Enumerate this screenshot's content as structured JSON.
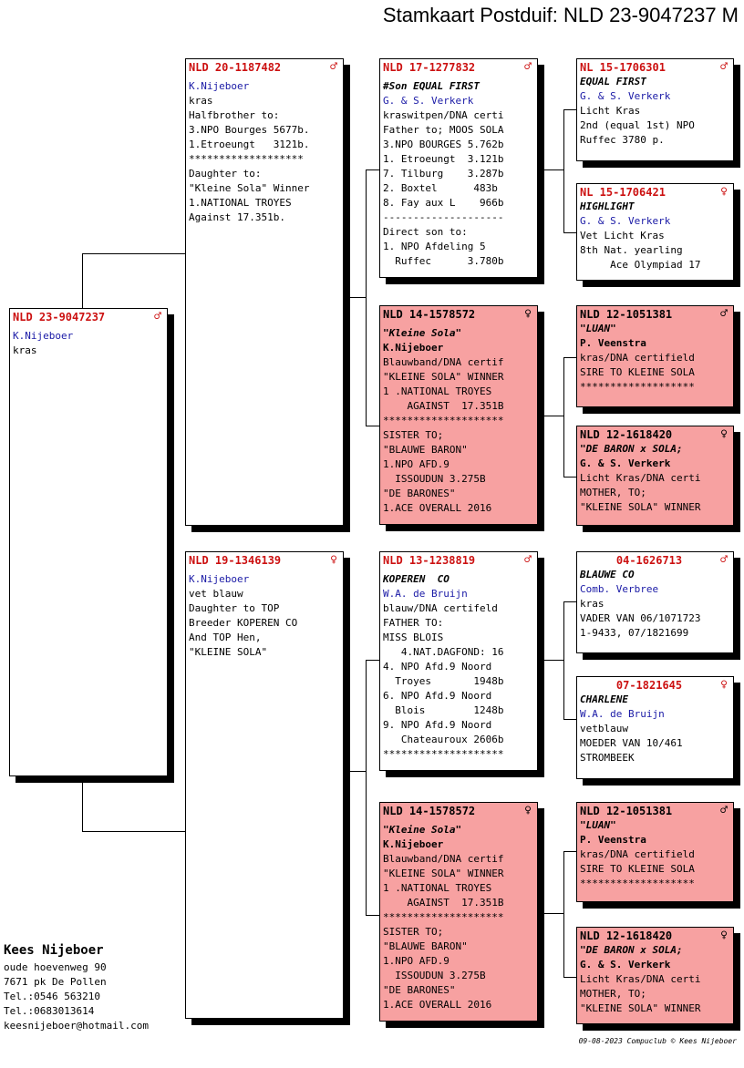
{
  "title": "Stamkaart Postduif: NLD 23-9047237 M",
  "cards": {
    "subject": {
      "ring": "NLD 23-9047237",
      "sex": "♂",
      "lines": [
        "K.Nijeboer",
        "kras"
      ]
    },
    "father": {
      "ring": "NLD 20-1187482",
      "sex": "♂",
      "lines": [
        "K.Nijeboer",
        "kras",
        "Halfbrother to:",
        "3.NPO Bourges 5677b.",
        "1.Etroeungt   3121b.",
        "*******************",
        "Daughter to:",
        "\"Kleine Sola\" Winner",
        "1.NATIONAL TROYES",
        "Against 17.351b."
      ]
    },
    "mother": {
      "ring": "NLD 19-1346139",
      "sex": "♀",
      "lines": [
        "K.Nijeboer",
        "vet blauw",
        "Daughter to TOP",
        "Breeder KOPEREN CO",
        "And TOP Hen,",
        "\"KLEINE SOLA\""
      ]
    },
    "ff": {
      "ring": "NLD 17-1277832",
      "sex": "♂",
      "lines": [
        "#Son EQUAL FIRST",
        "G. & S. Verkerk",
        "kraswitpen/DNA certi",
        "Father to; MOOS SOLA",
        "3.NPO BOURGES 5.762b",
        "1. Etroeungt  3.121b",
        "7. Tilburg    3.287b",
        "2. Boxtel      483b",
        "8. Fay aux L    966b",
        "--------------------",
        "Direct son to:",
        "1. NPO Afdeling 5",
        "  Ruffec      3.780b"
      ]
    },
    "fm": {
      "ring": "NLD 14-1578572",
      "sex": "♀",
      "lines": [
        "\"Kleine Sola\"",
        "K.Nijeboer",
        "Blauwband/DNA certif",
        "\"KLEINE SOLA\" WINNER",
        "1 .NATIONAL TROYES",
        "    AGAINST  17.351B",
        "********************",
        "SISTER TO;",
        "\"BLAUWE BARON\"",
        "1.NPO AFD.9",
        "  ISSOUDUN 3.275B",
        "\"DE BARONES\"",
        "1.ACE OVERALL 2016"
      ]
    },
    "mf": {
      "ring": "NLD 13-1238819",
      "sex": "♂",
      "lines": [
        "KOPEREN  CO",
        "W.A. de Bruijn",
        "blauw/DNA certifeld",
        "FATHER TO:",
        "MISS BLOIS",
        "   4.NAT.DAGFOND: 16",
        "4. NPO Afd.9 Noord",
        "  Troyes       1948b",
        "6. NPO Afd.9 Noord",
        "  Blois        1248b",
        "9. NPO Afd.9 Noord",
        "   Chateauroux 2606b",
        "********************"
      ]
    },
    "mm": {
      "ring": "NLD 14-1578572",
      "sex": "♀",
      "lines": [
        "\"Kleine Sola\"",
        "K.Nijeboer",
        "Blauwband/DNA certif",
        "\"KLEINE SOLA\" WINNER",
        "1 .NATIONAL TROYES",
        "    AGAINST  17.351B",
        "********************",
        "SISTER TO;",
        "\"BLAUWE BARON\"",
        "1.NPO AFD.9",
        "  ISSOUDUN 3.275B",
        "\"DE BARONES\"",
        "1.ACE OVERALL 2016"
      ]
    },
    "fff": {
      "ring": "NL  15-1706301",
      "sex": "♂",
      "lines": [
        "EQUAL FIRST",
        "G. & S. Verkerk",
        "Licht Kras",
        "2nd (equal 1st) NPO",
        "Ruffec 3780 p."
      ]
    },
    "ffm": {
      "ring": "NL  15-1706421",
      "sex": "♀",
      "lines": [
        "HIGHLIGHT",
        "G. & S. Verkerk",
        "Vet Licht Kras",
        "8th Nat. yearling",
        "     Ace Olympiad 17"
      ]
    },
    "fmf": {
      "ring": "NLD 12-1051381",
      "sex": "♂",
      "lines": [
        "\"LUAN\"",
        "P. Veenstra",
        "kras/DNA certifield",
        "SIRE TO KLEINE SOLA",
        "*******************"
      ]
    },
    "fmm": {
      "ring": "NLD 12-1618420",
      "sex": "♀",
      "lines": [
        "\"DE BARON x SOLA;",
        "G. & S. Verkerk",
        "Licht Kras/DNA certi",
        "MOTHER, TO;",
        "\"KLEINE SOLA\" WINNER"
      ]
    },
    "mff": {
      "ring": "04-1626713",
      "sex": "♂",
      "lines": [
        "BLAUWE CO",
        "Comb. Verbree",
        "kras",
        "VADER VAN 06/1071723",
        "1-9433, 07/1821699"
      ]
    },
    "mfm": {
      "ring": "07-1821645",
      "sex": "♀",
      "lines": [
        "CHARLENE",
        "W.A. de Bruijn",
        "vetblauw",
        "MOEDER VAN 10/461",
        "STROMBEEK"
      ]
    },
    "mmf": {
      "ring": "NLD 12-1051381",
      "sex": "♂",
      "lines": [
        "\"LUAN\"",
        "P. Veenstra",
        "kras/DNA certifield",
        "SIRE TO KLEINE SOLA",
        "*******************"
      ]
    },
    "mmm": {
      "ring": "NLD 12-1618420",
      "sex": "♀",
      "lines": [
        "\"DE BARON x SOLA;",
        "G. & S. Verkerk",
        "Licht Kras/DNA certi",
        "MOTHER, TO;",
        "\"KLEINE SOLA\" WINNER"
      ]
    }
  },
  "owner": {
    "name": "Kees Nijeboer",
    "address": "oude hoevenweg 90",
    "city": "7671 pk  De Pollen",
    "tel1": "Tel.:0546 563210",
    "tel2": "Tel.:0683013614",
    "email": "keesnijeboer@hotmail.com"
  },
  "footer": "09-08-2023   Compuclub © Kees Nijeboer"
}
